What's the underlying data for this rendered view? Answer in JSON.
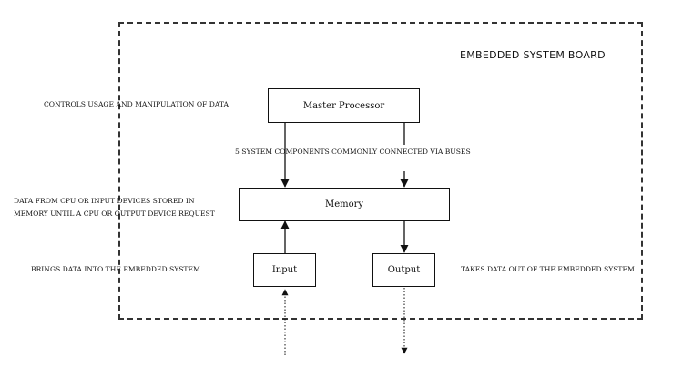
{
  "board": {
    "title": "EMBEDDED SYSTEM BOARD"
  },
  "components": {
    "master_processor": "Master Processor",
    "memory": "Memory",
    "input": "Input",
    "output": "Output"
  },
  "notes": {
    "processor": "CONTROLS USAGE AND MANIPULATION OF DATA",
    "buses": "5 SYSTEM COMPONENTS COMMONLY CONNECTED VIA BUSES",
    "memory_line1": "DATA FROM  CPU OR  INPUT DEVICES STORED IN",
    "memory_line2": "MEMORY UNTIL A CPU  OR  OUTPUT DEVICE REQUEST",
    "input": "BRINGS DATA INTO THE  EMBEDDED SYSTEM",
    "output": "TAKES DATA OUT OF  THE  EMBEDDED  SYSTEM"
  },
  "colors": {
    "line": "#111111",
    "border": "#333333"
  }
}
